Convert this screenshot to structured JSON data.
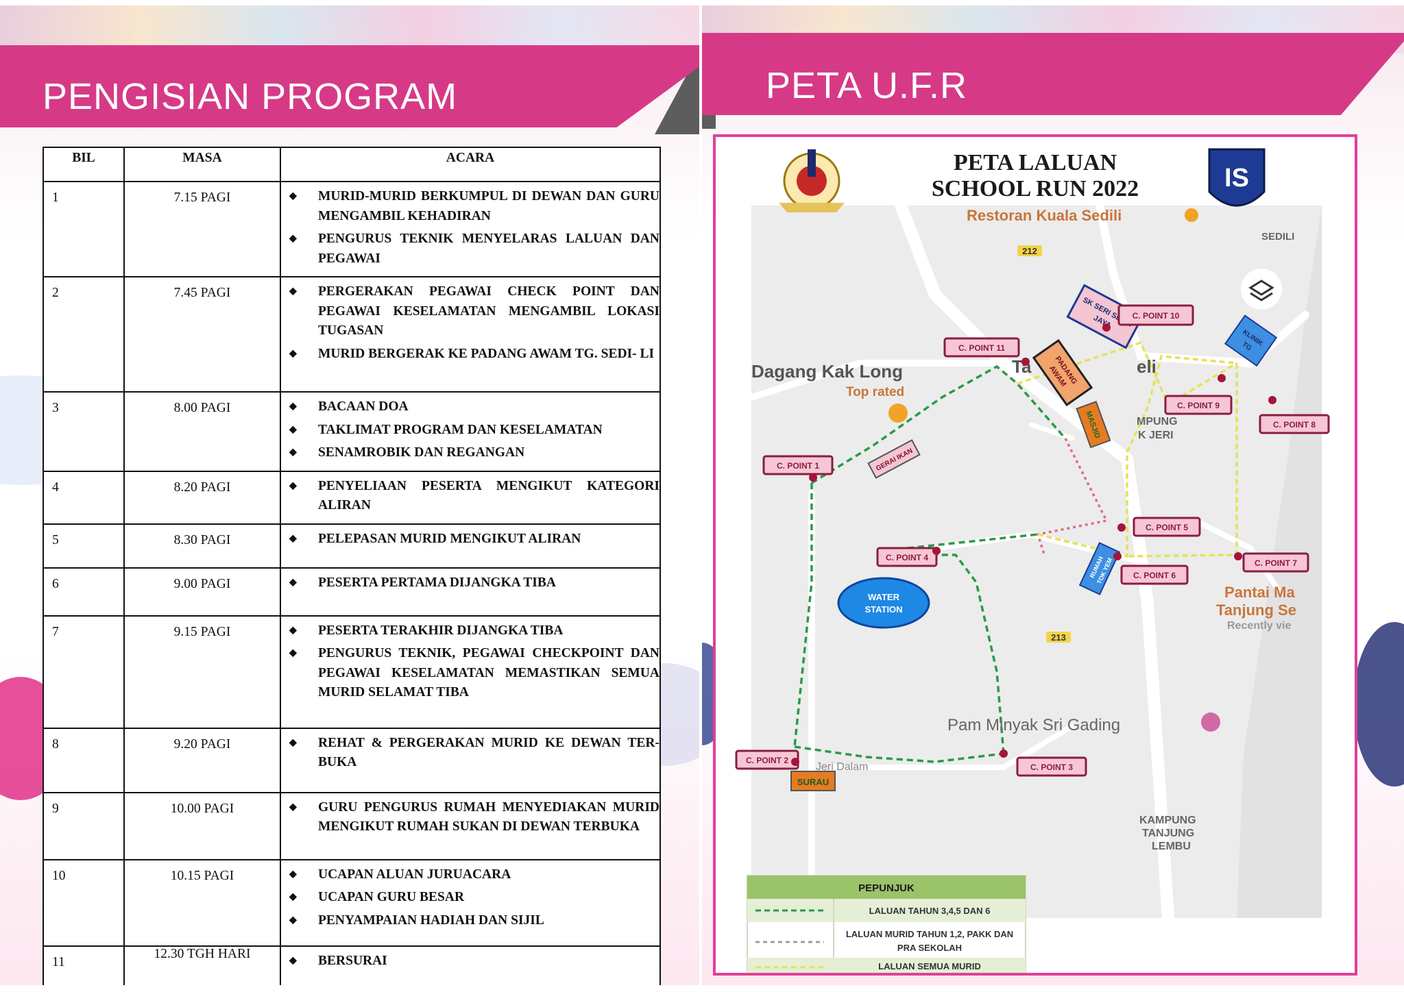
{
  "left": {
    "title": "PENGISIAN PROGRAM",
    "table": {
      "headers": [
        "BIL",
        "MASA",
        "ACARA"
      ],
      "rows": [
        {
          "bil": "1",
          "masa": "7.15 PAGI",
          "acara": [
            "MURID-MURID BERKUMPUL DI DEWAN DAN GURU MENGAMBIL KEHADIRAN",
            "PENGURUS TEKNIK MENYELARAS LALUAN DAN PEGAWAI"
          ]
        },
        {
          "bil": "2",
          "masa": "7.45 PAGI",
          "acara": [
            "PERGERAKAN PEGAWAI CHECK POINT DAN PEGAWAI KESELAMATAN MENGAMBIL LOKASI TUGASAN",
            "MURID BERGERAK KE PADANG AWAM TG. SEDI- LI"
          ]
        },
        {
          "bil": "3",
          "masa": "8.00 PAGI",
          "acara": [
            "BACAAN DOA",
            "TAKLIMAT PROGRAM DAN KESELAMATAN",
            "SENAMROBIK DAN REGANGAN"
          ]
        },
        {
          "bil": "4",
          "masa": "8.20 PAGI",
          "acara": [
            "PENYELIAAN PESERTA MENGIKUT KATEGORI ALIRAN"
          ]
        },
        {
          "bil": "5",
          "masa": "8.30 PAGI",
          "acara": [
            "PELEPASAN MURID MENGIKUT ALIRAN"
          ]
        },
        {
          "bil": "6",
          "masa": "9.00 PAGI",
          "acara": [
            "PESERTA PERTAMA DIJANGKA TIBA"
          ]
        },
        {
          "bil": "7",
          "masa": "9.15 PAGI",
          "acara": [
            "PESERTA TERAKHIR DIJANGKA TIBA",
            "PENGURUS TEKNIK, PEGAWAI CHECKPOINT DAN PEGAWAI KESELAMATAN MEMASTIKAN SEMUA MURID SELAMAT TIBA"
          ]
        },
        {
          "bil": "8",
          "masa": "9.20 PAGI",
          "acara": [
            "REHAT & PERGERAKAN MURID KE DEWAN TER- BUKA"
          ]
        },
        {
          "bil": "9",
          "masa": "10.00 PAGI",
          "acara": [
            "GURU PENGURUS RUMAH MENYEDIAKAN MURID MENGIKUT RUMAH SUKAN DI DEWAN TERBUKA"
          ]
        },
        {
          "bil": "10",
          "masa": "10.15 PAGI",
          "acara": [
            "UCAPAN ALUAN JURUACARA",
            "UCAPAN GURU BESAR",
            "PENYAMPAIAN HADIAH DAN SIJIL"
          ]
        },
        {
          "bil": "11",
          "masa": "12.30 TGH HARI",
          "acara": [
            "BERSURAI"
          ]
        }
      ]
    }
  },
  "right": {
    "title": "PETA U.F.R",
    "map": {
      "heading_1": "PETA LALUAN",
      "heading_2": "SCHOOL RUN 2022",
      "places": {
        "restoran": "Restoran Kuala Sedili",
        "sedili": "SEDILI",
        "road_212": "212",
        "road_213": "213",
        "pagang": "Dagang Kak Long",
        "top_rated": "Top rated",
        "town_fragment": "eli",
        "town_prefix": "Ta",
        "kampung_1": "MPUNG",
        "kampung_2": "K JERI",
        "pantai_1": "Pantai Ma",
        "pantai_2": "Tanjung Se",
        "pantai_3": "Recently vie",
        "pam": "Pam Minyak Sri Gading",
        "kampung_tl_1": "KAMPUNG",
        "kampung_tl_2": "TANJUNG",
        "kampung_tl_3": "LEMBU",
        "jalan": "Jeri Dalam"
      },
      "checkpoints": {
        "cp1": "C. POINT 1",
        "cp2": "C. POINT 2",
        "cp3": "C. POINT 3",
        "cp4": "C. POINT 4",
        "cp5": "C. POINT 5",
        "cp6": "C. POINT 6",
        "cp7": "C. POINT 7",
        "cp8": "C. POINT 8",
        "cp9": "C. POINT 9",
        "cp10": "C. POINT 10",
        "cp11": "C. POINT 11"
      },
      "buildings": {
        "sk_1": "SK SERI SETIA",
        "sk_2": "JAYA",
        "padang_1": "PADANG",
        "padang_2": "AWAM",
        "masjid": "MASJID",
        "klinik_1": "KLINIK",
        "klinik_2": "TG",
        "gerai": "GERAI IKAN",
        "rumah_1": "RUMAH",
        "rumah_2": "TOK YEM",
        "water_1": "WATER",
        "water_2": "STATION",
        "surau": "SURAU"
      },
      "legend": {
        "title": "PEPUNJUK",
        "row1": "LALUAN TAHUN 3,4,5 DAN 6",
        "row2a": "LALUAN MURID TAHUN 1,2, PAKK DAN",
        "row2b": "PRA SEKOLAH",
        "row3": "LALUAN SEMUA MURID"
      },
      "colors": {
        "route_green": "#2a9a4a",
        "route_pink": "#e06a8c",
        "route_yellow": "#e3e35a",
        "checkpoint_fill": "#f6c6d6",
        "checkpoint_border": "#8a1e3c"
      }
    }
  },
  "theme": {
    "accent": "#d63a86",
    "frame": "#e0409a"
  }
}
